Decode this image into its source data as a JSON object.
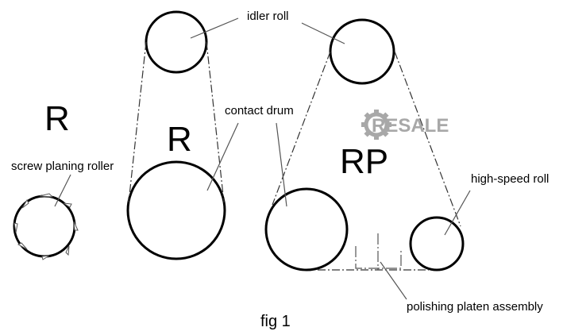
{
  "figure": {
    "caption": "fig 1",
    "watermark": "RESALE",
    "section_labels": {
      "left": "R",
      "middle": "R",
      "right": "RP"
    },
    "component_labels": {
      "screw_planing_roller": "screw planing roller",
      "idler_roll": "idler roll",
      "contact_drum": "contact drum",
      "high_speed_roll": "high-speed roll",
      "polishing_platen_assembly": "polishing platen assembly"
    },
    "colors": {
      "line": "#000000",
      "leader": "#555555",
      "watermark": "#a8a8a8"
    }
  }
}
